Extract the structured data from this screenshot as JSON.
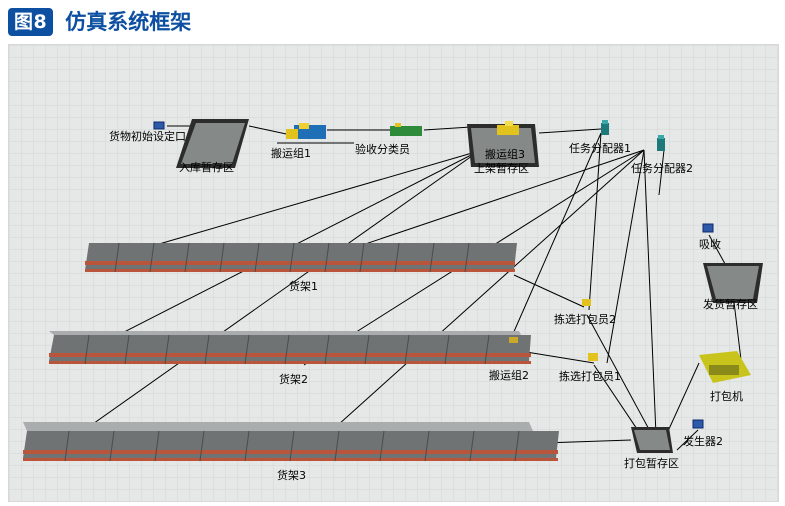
{
  "header": {
    "badge": "图8",
    "title": "仿真系统框架"
  },
  "diagram": {
    "labels": {
      "source1": "货物初始设定口",
      "inbound_queue": "入库暂存区",
      "transporter1": "搬运组1",
      "inspector": "验收分类员",
      "transporter3": "搬运组3",
      "shelving_queue": "上架暂存区",
      "dispatcher1": "任务分配器1",
      "dispatcher2": "任务分配器2",
      "rack1": "货架1",
      "rack2": "货架2",
      "rack3": "货架3",
      "picker2": "拣选打包员2",
      "picker1": "拣选打包员1",
      "transporter2": "搬运组2",
      "sink": "吸收",
      "shipping_queue": "发货暂存区",
      "packer": "打包机",
      "packing_queue": "打包暂存区",
      "source2": "发生器2"
    },
    "colors": {
      "grid_bg": "#e6e8e8",
      "rack_top": "#6f7373",
      "rack_frame": "#b8553a",
      "queue_fill": "#858a88",
      "connector": "#000000",
      "accent": "#0d4fa1"
    }
  }
}
